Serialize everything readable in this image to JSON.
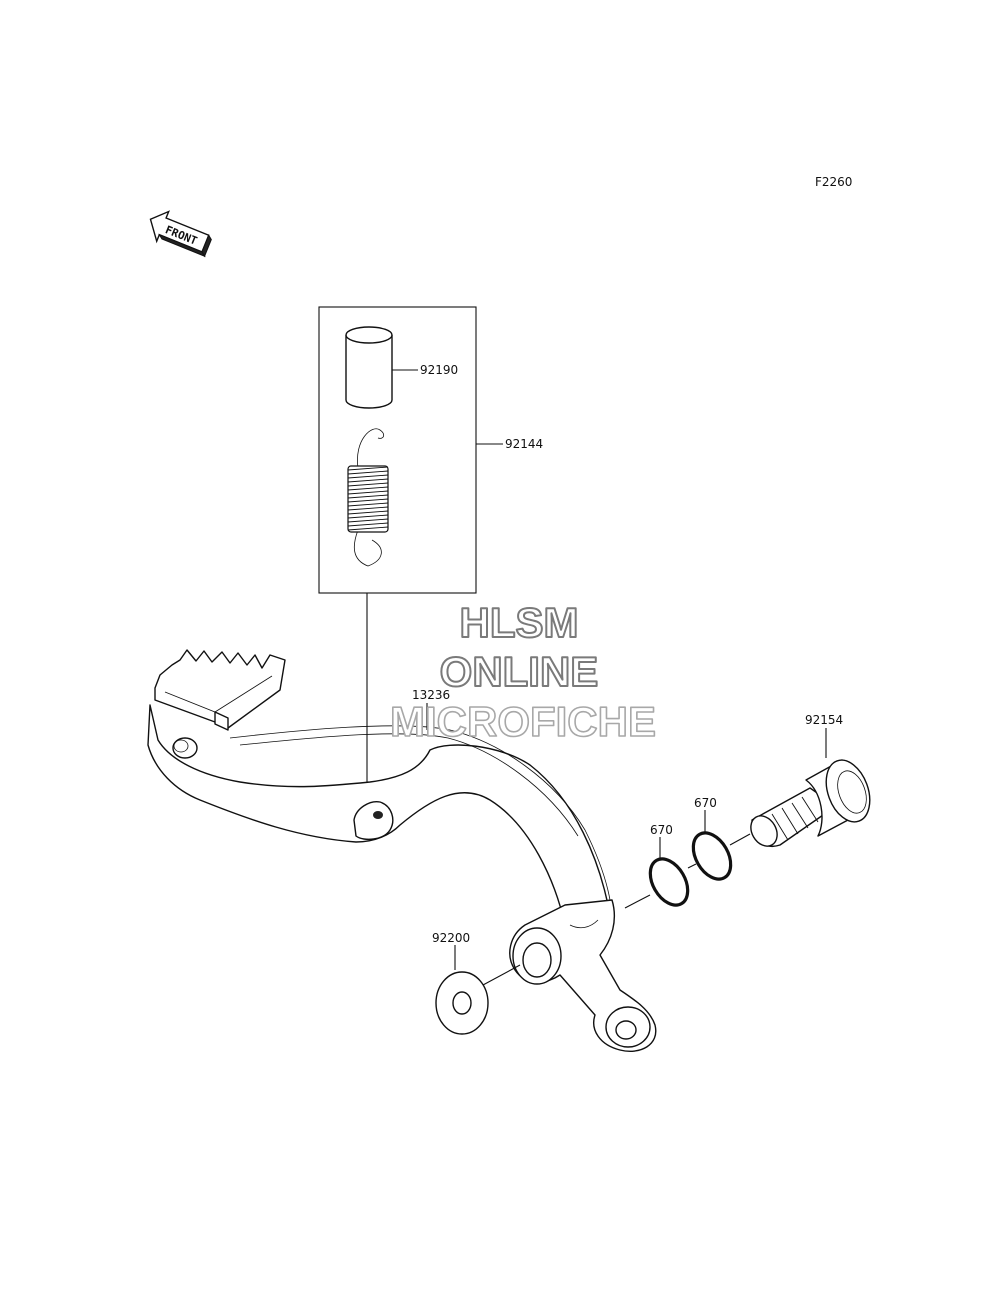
{
  "figure_code": "F2260",
  "front_marker": {
    "text": "FRONT",
    "icon": "front-arrow-icon"
  },
  "watermark": {
    "line1": "HLSM",
    "line2": "ONLINE",
    "line3": "MICROFICHE"
  },
  "labels": {
    "p92190": "92190",
    "p92144": "92144",
    "p13236": "13236",
    "p92154": "92154",
    "p670a": "670",
    "p670b": "670",
    "p92200": "92200"
  },
  "colors": {
    "line": "#111111",
    "background": "#ffffff",
    "watermark_outline": "#7a7a7a",
    "watermark_outline_light": "#a8a8a8"
  }
}
